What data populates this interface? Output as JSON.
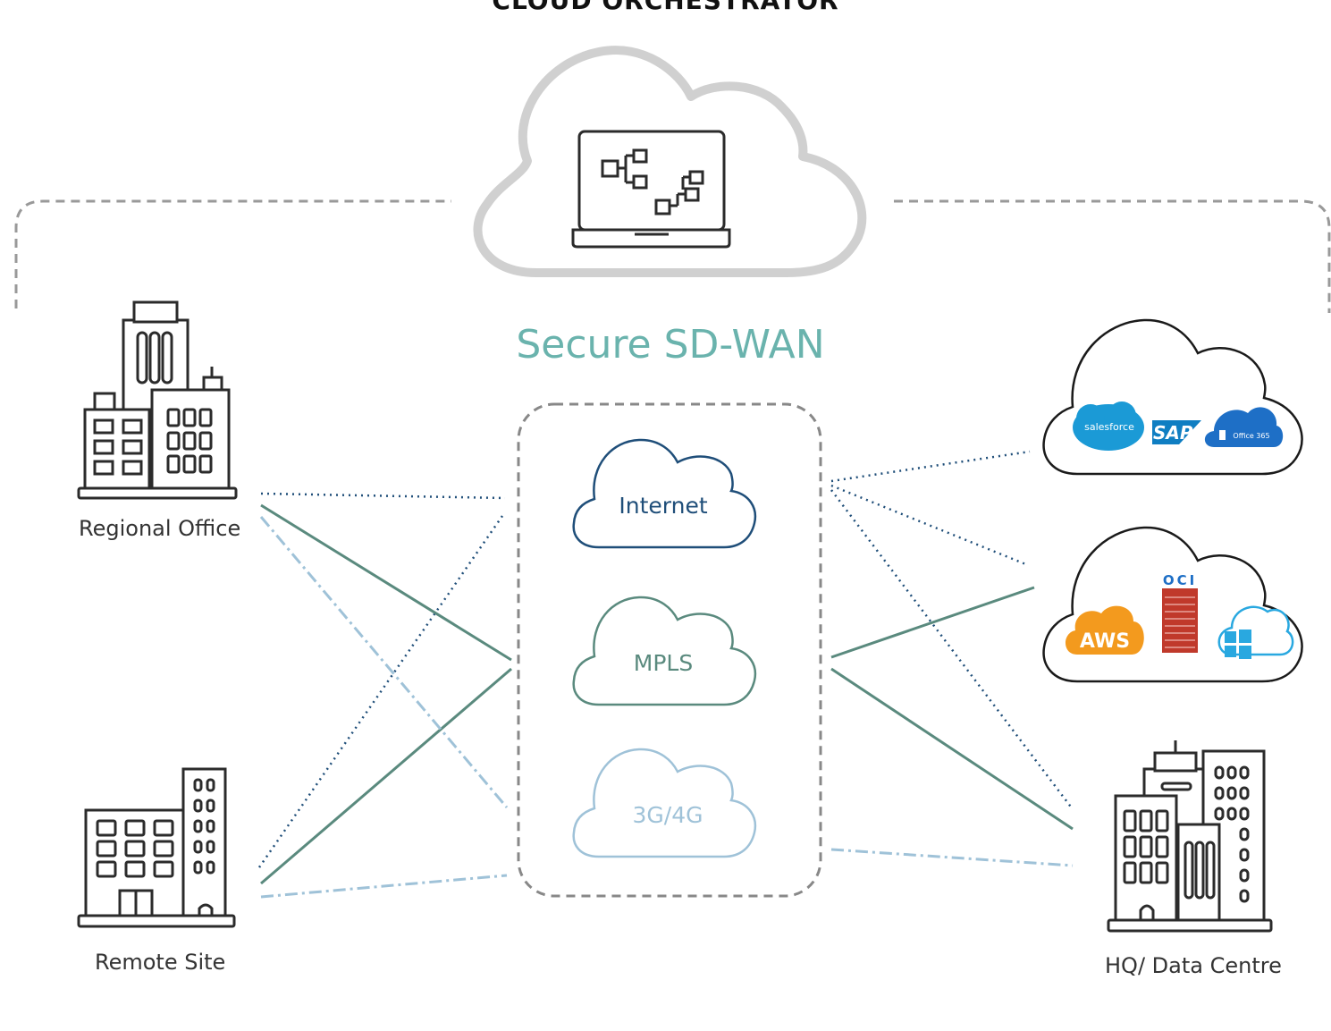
{
  "header": {
    "title": "CLOUD ORCHESTRATOR"
  },
  "center": {
    "title": "Secure SD-WAN"
  },
  "transports": {
    "internet": "Internet",
    "mpls": "MPLS",
    "cellular": "3G/4G"
  },
  "sites": {
    "regional_office": "Regional Office",
    "remote_site": "Remote Site",
    "hq": "HQ/ Data Centre"
  },
  "saas_cloud": {
    "salesforce": "salesforce",
    "sap": "SAP",
    "office": "Office 365"
  },
  "iaas_cloud": {
    "aws": "AWS",
    "oci": "OCI"
  },
  "colors": {
    "internet": "#1f4e79",
    "mpls": "#5a8a7e",
    "cellular": "#9fc2d8",
    "accent": "#6ab3ad",
    "orchestrator_cloud": "#d0d0d0",
    "salesforce": "#1b9ad6",
    "sap": "#0f7ec2",
    "office": "#1e6fc6",
    "aws": "#f39a1e",
    "oci": "#c0392b",
    "azure": "#29a8e0"
  }
}
